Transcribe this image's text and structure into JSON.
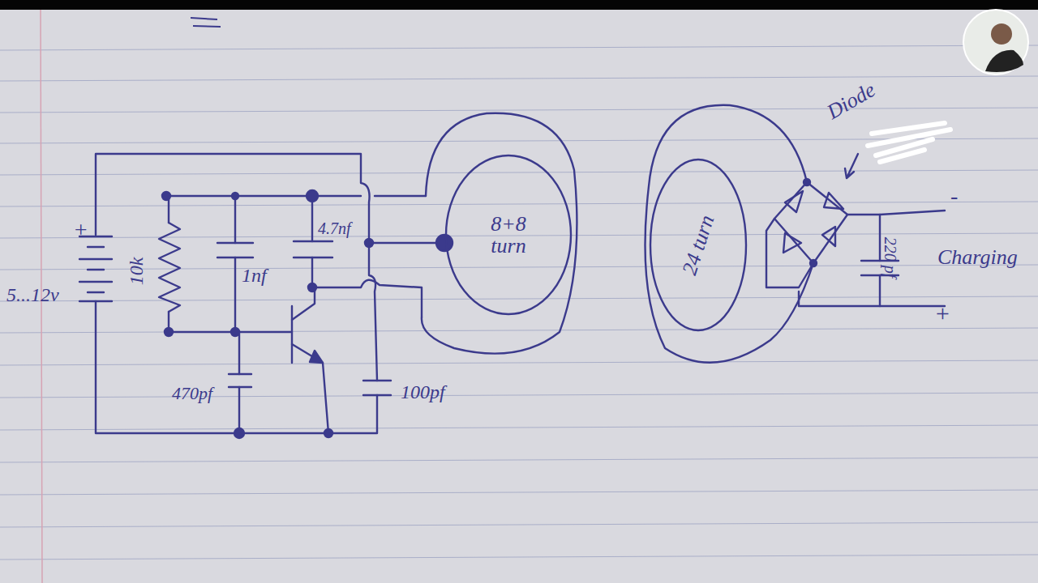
{
  "diagram": {
    "nodes": [
      {
        "text": [
          "8+8 turn"
        ]
      },
      {
        "text": [
          "24 turn"
        ]
      }
    ],
    "labels": [
      "+",
      "5...12v",
      "10k",
      "1nf",
      "4.7nf",
      "470pf",
      "100pf",
      "Diode",
      "220 pf",
      "-",
      "Charging",
      "+"
    ]
  }
}
